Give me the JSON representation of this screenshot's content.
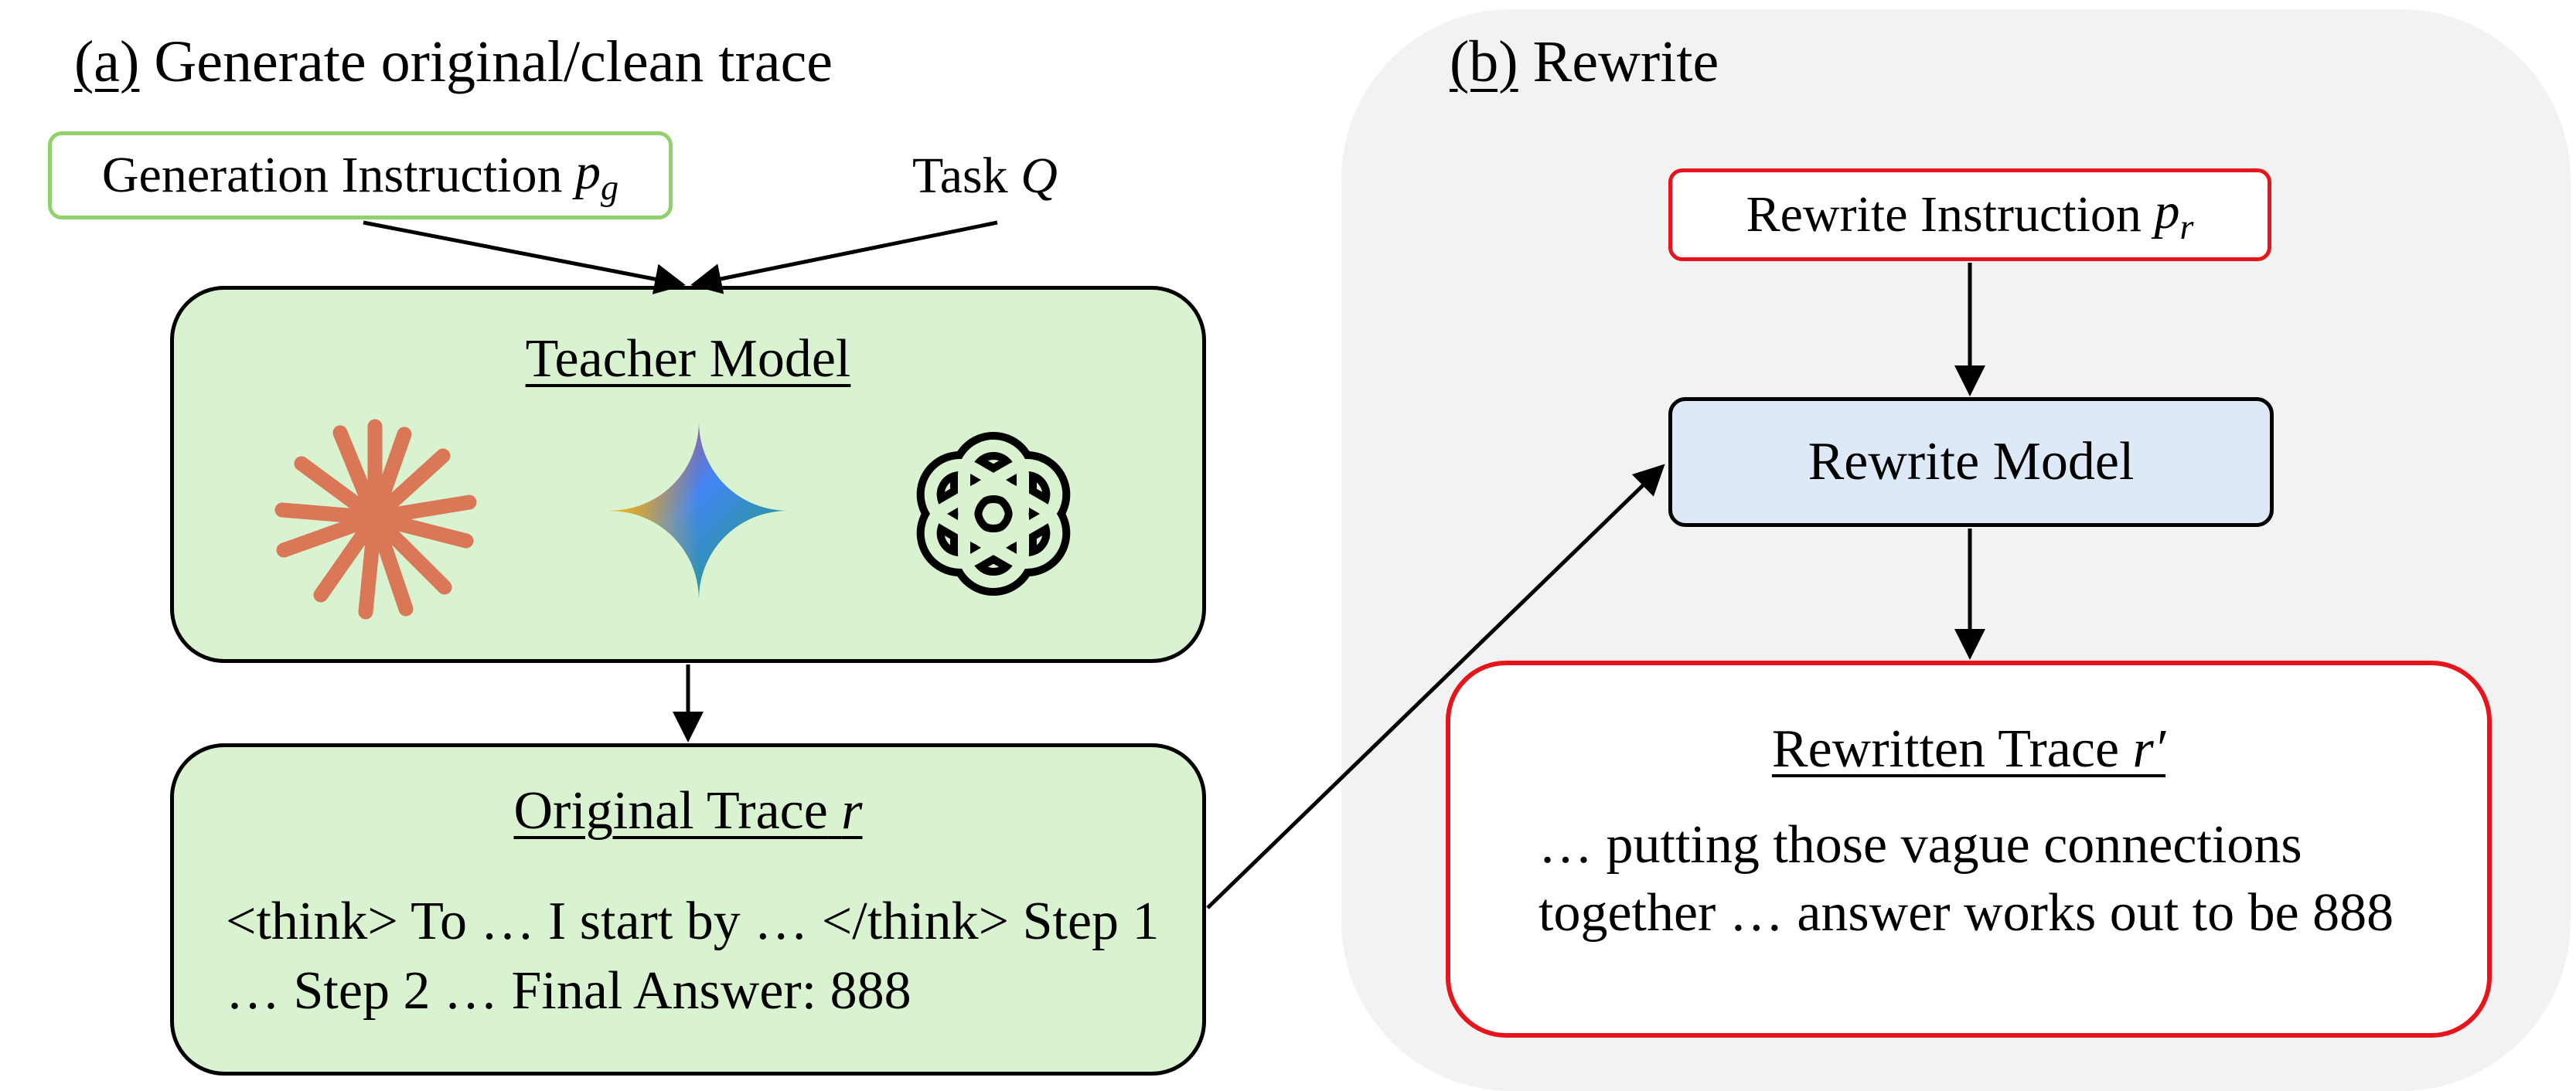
{
  "panel_a": {
    "title_prefix": "(a)",
    "title": "Generate original/clean trace",
    "generation_instruction": {
      "label": "Generation Instruction",
      "symbol": "p",
      "subscript": "g"
    },
    "task": {
      "label": "Task",
      "symbol": "Q"
    },
    "teacher_model": {
      "title": "Teacher Model",
      "icons": [
        "claude-icon",
        "gemini-icon",
        "openai-icon"
      ]
    },
    "original_trace": {
      "title": "Original Trace",
      "symbol": "r",
      "content": "<think> To … I start by … </think> Step 1 … Step 2 … Final Answer: 888"
    }
  },
  "panel_b": {
    "title_prefix": "(b)",
    "title": "Rewrite",
    "rewrite_instruction": {
      "label": "Rewrite Instruction",
      "symbol": "p",
      "subscript": "r"
    },
    "rewrite_model": {
      "label": "Rewrite Model"
    },
    "rewritten_trace": {
      "title": "Rewritten Trace",
      "symbol": "r′",
      "content": "… putting those vague connections together … answer works out to be 888"
    }
  },
  "colors": {
    "green_fill": "#d9f2d0",
    "green_border": "#8fd16b",
    "red_border": "#e8141b",
    "blue_fill": "#dde9f6",
    "panel_b_bg": "#f2f2f2",
    "claude": "#d97757"
  }
}
